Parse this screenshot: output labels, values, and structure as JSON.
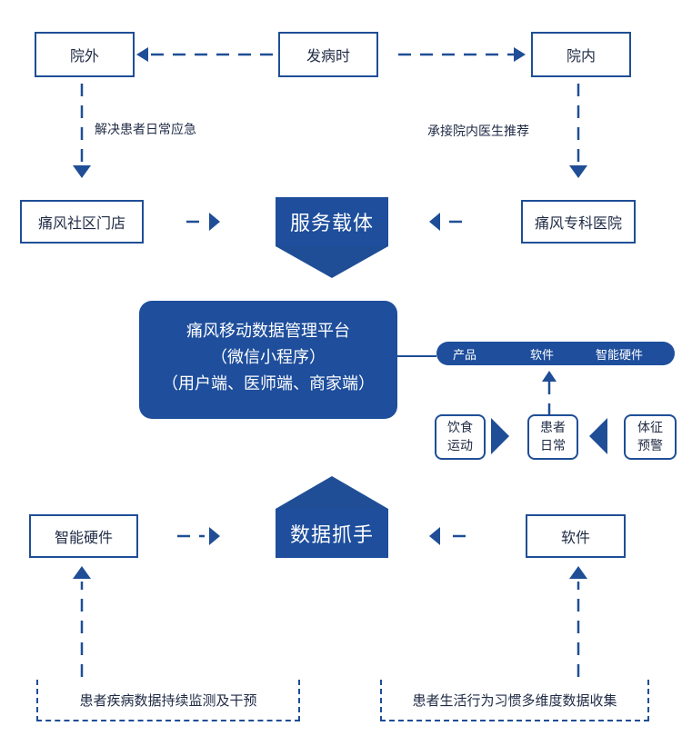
{
  "top": {
    "onset": "发病时",
    "outside": "院外",
    "inside": "院内"
  },
  "edge_labels": {
    "left": "解决患者日常应急",
    "right": "承接院内医生推荐"
  },
  "carrier": {
    "title": "服务载体",
    "left": "痛风社区门店",
    "right": "痛风专科医院"
  },
  "platform": {
    "line1": "痛风移动数据管理平台",
    "line2": "（微信小程序）",
    "line3": "（用户端、医师端、商家端）"
  },
  "product_bar": {
    "items": [
      "产品",
      "软件",
      "智能硬件"
    ]
  },
  "small_nodes": {
    "diet": "饮食\n运动",
    "patient": "患者\n日常",
    "vitals": "体征\n预警"
  },
  "grabber": {
    "title": "数据抓手",
    "left": "智能硬件",
    "right": "软件"
  },
  "bottom": {
    "left": "患者疾病数据持续监测及干预",
    "right": "患者生活行为习惯多维度数据收集"
  },
  "colors": {
    "primary": "#1e4e9c",
    "text": "#1f2a44"
  }
}
